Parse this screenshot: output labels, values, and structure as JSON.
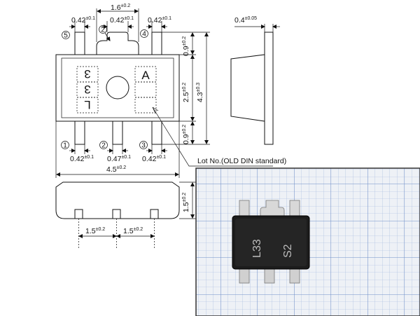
{
  "top_view": {
    "top_width": "1.6",
    "top_width_tol": "±0.2",
    "pin_width_4_5": "0.42",
    "pin_width_tol": "±0.1",
    "tab_width": "0.42",
    "tab_width_tol": "±0.1",
    "pin_labels": [
      "1",
      "2",
      "3",
      "4",
      "5",
      "2"
    ],
    "bottom_pin_width_outer": "0.42",
    "bottom_pin_width_outer_tol": "±0.1",
    "bottom_pin_width_center": "0.47",
    "bottom_pin_width_center_tol": "±0.1",
    "body_width": "4.5",
    "body_width_tol": "±0.2",
    "lead_len_top": "0.9",
    "lead_len_top_tol": "±0.2",
    "body_height": "2.5",
    "body_height_tol": "±0.2",
    "lead_len_bottom": "0.9",
    "lead_len_bottom_tol": "±0.2",
    "total_height": "4.3",
    "total_height_tol": "±0.3",
    "marking_left": [
      "3",
      "3",
      "L"
    ],
    "marking_right": "A",
    "lot_note": "Lot No.(OLD DIN standard)"
  },
  "side_view": {
    "thickness": "0.4",
    "thickness_tol": "±0.05"
  },
  "front_view": {
    "height": "1.5",
    "height_tol": "±0.2",
    "pitch_1": "1.5",
    "pitch_1_tol": "±0.2",
    "pitch_2": "1.5",
    "pitch_2_tol": "±0.2"
  },
  "photo": {
    "marking_line_1": "L33",
    "marking_line_2": "S2"
  }
}
